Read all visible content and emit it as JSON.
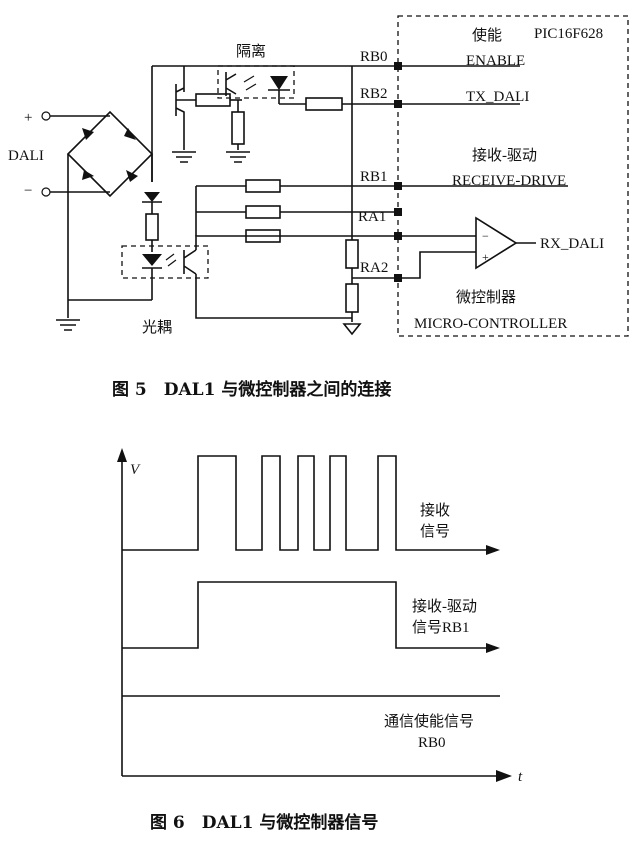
{
  "figure5": {
    "caption": "图 5　DAL1 与微控制器之间的连接",
    "labels": {
      "isolation": "隔离",
      "plus": "+",
      "minus": "−",
      "dali": "DALI",
      "optocoupler": "光耦",
      "enable_cn": "使能",
      "chip": "PIC16F628",
      "enable": "ENABLE",
      "tx": "TX_DALI",
      "recv_cn": "接收-驱动",
      "recv": "RECEIVE-DRIVE",
      "rx": "RX_DALI",
      "mcu_cn": "微控制器",
      "mcu": "MICRO-CONTROLLER",
      "op_minus": "−",
      "op_plus": "+"
    },
    "pins": [
      "RB0",
      "RB2",
      "RB1",
      "RA1",
      "RA2"
    ]
  },
  "figure6": {
    "caption": "图 6　DAL1 与微控制器信号",
    "axis_v": "V",
    "axis_t": "t",
    "signals": [
      {
        "label_line1": "接收",
        "label_line2": "信号"
      },
      {
        "label_line1": "接收-驱动",
        "label_line2": "信号RB1"
      },
      {
        "label_line1": "通信使能信号",
        "label_line2": "RB0"
      }
    ]
  }
}
